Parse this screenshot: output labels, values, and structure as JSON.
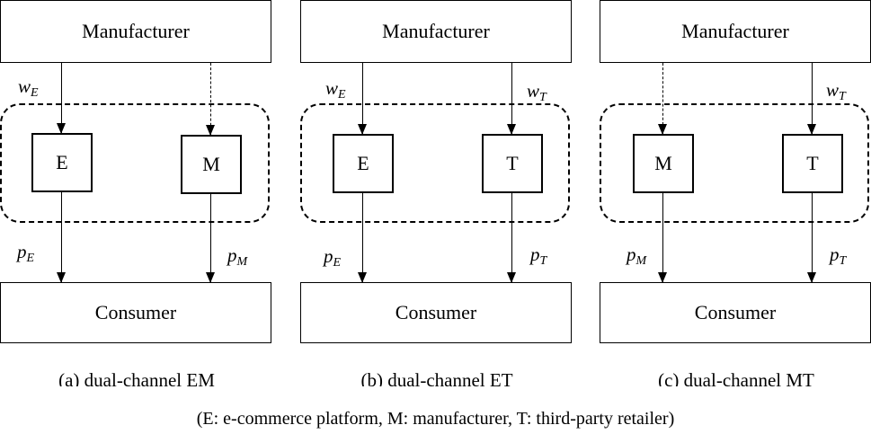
{
  "panels": [
    {
      "top": "Manufacturer",
      "bottom": "Consumer",
      "left_node": "E",
      "right_node": "M",
      "left_in": {
        "main": "w",
        "sub": "E"
      },
      "right_in": {
        "main": "",
        "sub": ""
      },
      "left_out": {
        "main": "p",
        "sub": "E"
      },
      "right_out": {
        "main": "p",
        "sub": "M"
      },
      "caption": "(a) dual-channel EM"
    },
    {
      "top": "Manufacturer",
      "bottom": "Consumer",
      "left_node": "E",
      "right_node": "T",
      "left_in": {
        "main": "w",
        "sub": "E"
      },
      "right_in": {
        "main": "w",
        "sub": "T"
      },
      "left_out": {
        "main": "p",
        "sub": "E"
      },
      "right_out": {
        "main": "p",
        "sub": "T"
      },
      "caption": "(b) dual-channel ET"
    },
    {
      "top": "Manufacturer",
      "bottom": "Consumer",
      "left_node": "M",
      "right_node": "T",
      "left_in": {
        "main": "",
        "sub": ""
      },
      "right_in": {
        "main": "w",
        "sub": "T"
      },
      "left_out": {
        "main": "p",
        "sub": "M"
      },
      "right_out": {
        "main": "p",
        "sub": "T"
      },
      "caption": "(c) dual-channel MT"
    }
  ],
  "footnote": "(E: e-commerce platform, M: manufacturer, T: third-party retailer)"
}
